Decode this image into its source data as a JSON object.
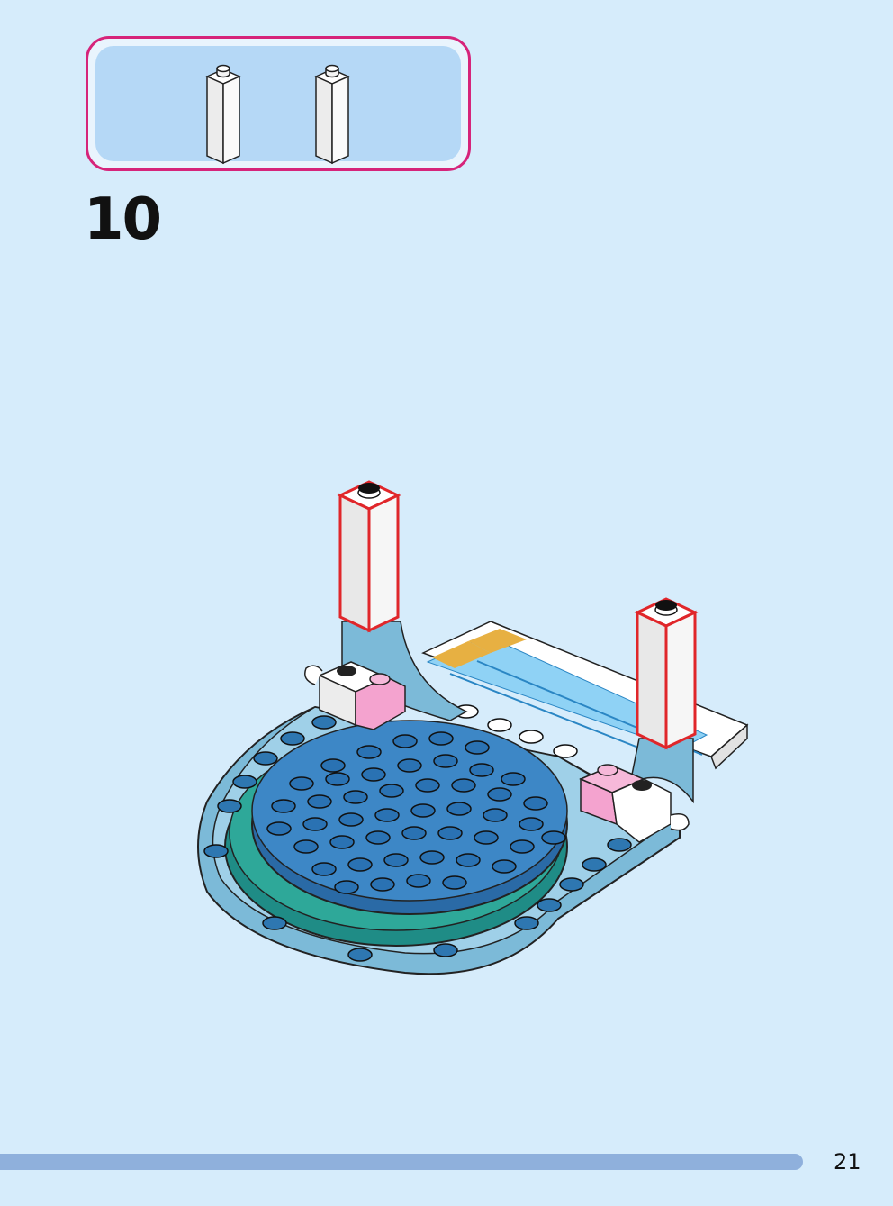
{
  "step": {
    "number": "10"
  },
  "parts": [
    {
      "name": "white-1x1-brick-column",
      "quantity_shown": 1
    },
    {
      "name": "white-1x1-brick-column",
      "quantity_shown": 1
    }
  ],
  "footer": {
    "page_number": "21"
  },
  "colors": {
    "page_background": "#d6ecfb",
    "parts_box_border": "#d6247a",
    "parts_box_fill": "#b5d8f6",
    "highlight_outline": "#e0262a",
    "progress_bar": "#8fb0dc"
  }
}
